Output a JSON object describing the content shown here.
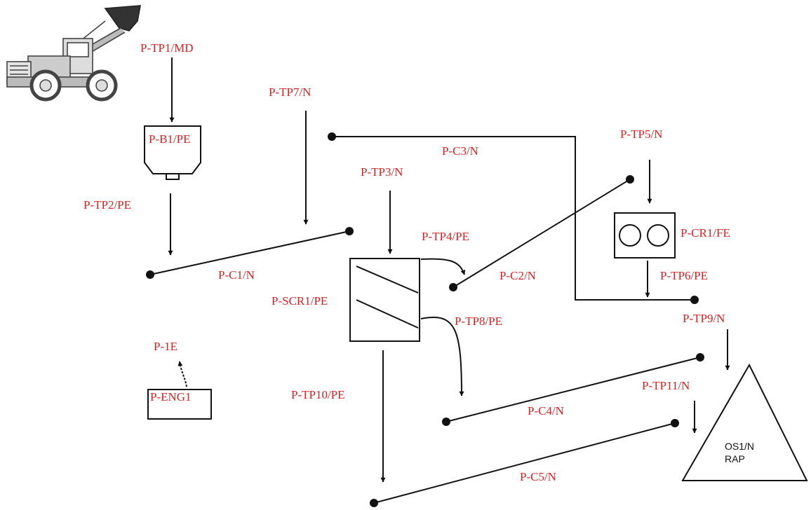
{
  "colors": {
    "label": "#e02020",
    "line": "#111111",
    "background": "#ffffff"
  },
  "icons": {
    "loader": "front-end-loader-icon",
    "crusher": "roll-crusher-icon",
    "screen": "vibrating-screen-icon",
    "stockpile": "stockpile-triangle-icon"
  },
  "labels": {
    "tp1": "P-TP1/MD",
    "b1": "P-B1/PE",
    "tp2": "P-TP2/PE",
    "tp7": "P-TP7/N",
    "c3": "P-C3/N",
    "tp3": "P-TP3/N",
    "tp5": "P-TP5/N",
    "tp4": "P-TP4/PE",
    "cr1": "P-CR1/FE",
    "c1": "P-C1/N",
    "c2": "P-C2/N",
    "tp6": "P-TP6/PE",
    "scr1": "P-SCR1/PE",
    "tp8": "P-TP8/PE",
    "tp9": "P-TP9/N",
    "e1": "P-1E",
    "tp11": "P-TP11/N",
    "eng1": "P-ENG1",
    "tp10": "P-TP10/PE",
    "c4": "P-C4/N",
    "c5": "P-C5/N",
    "os1": "OS1/N",
    "rap": "RAP"
  }
}
